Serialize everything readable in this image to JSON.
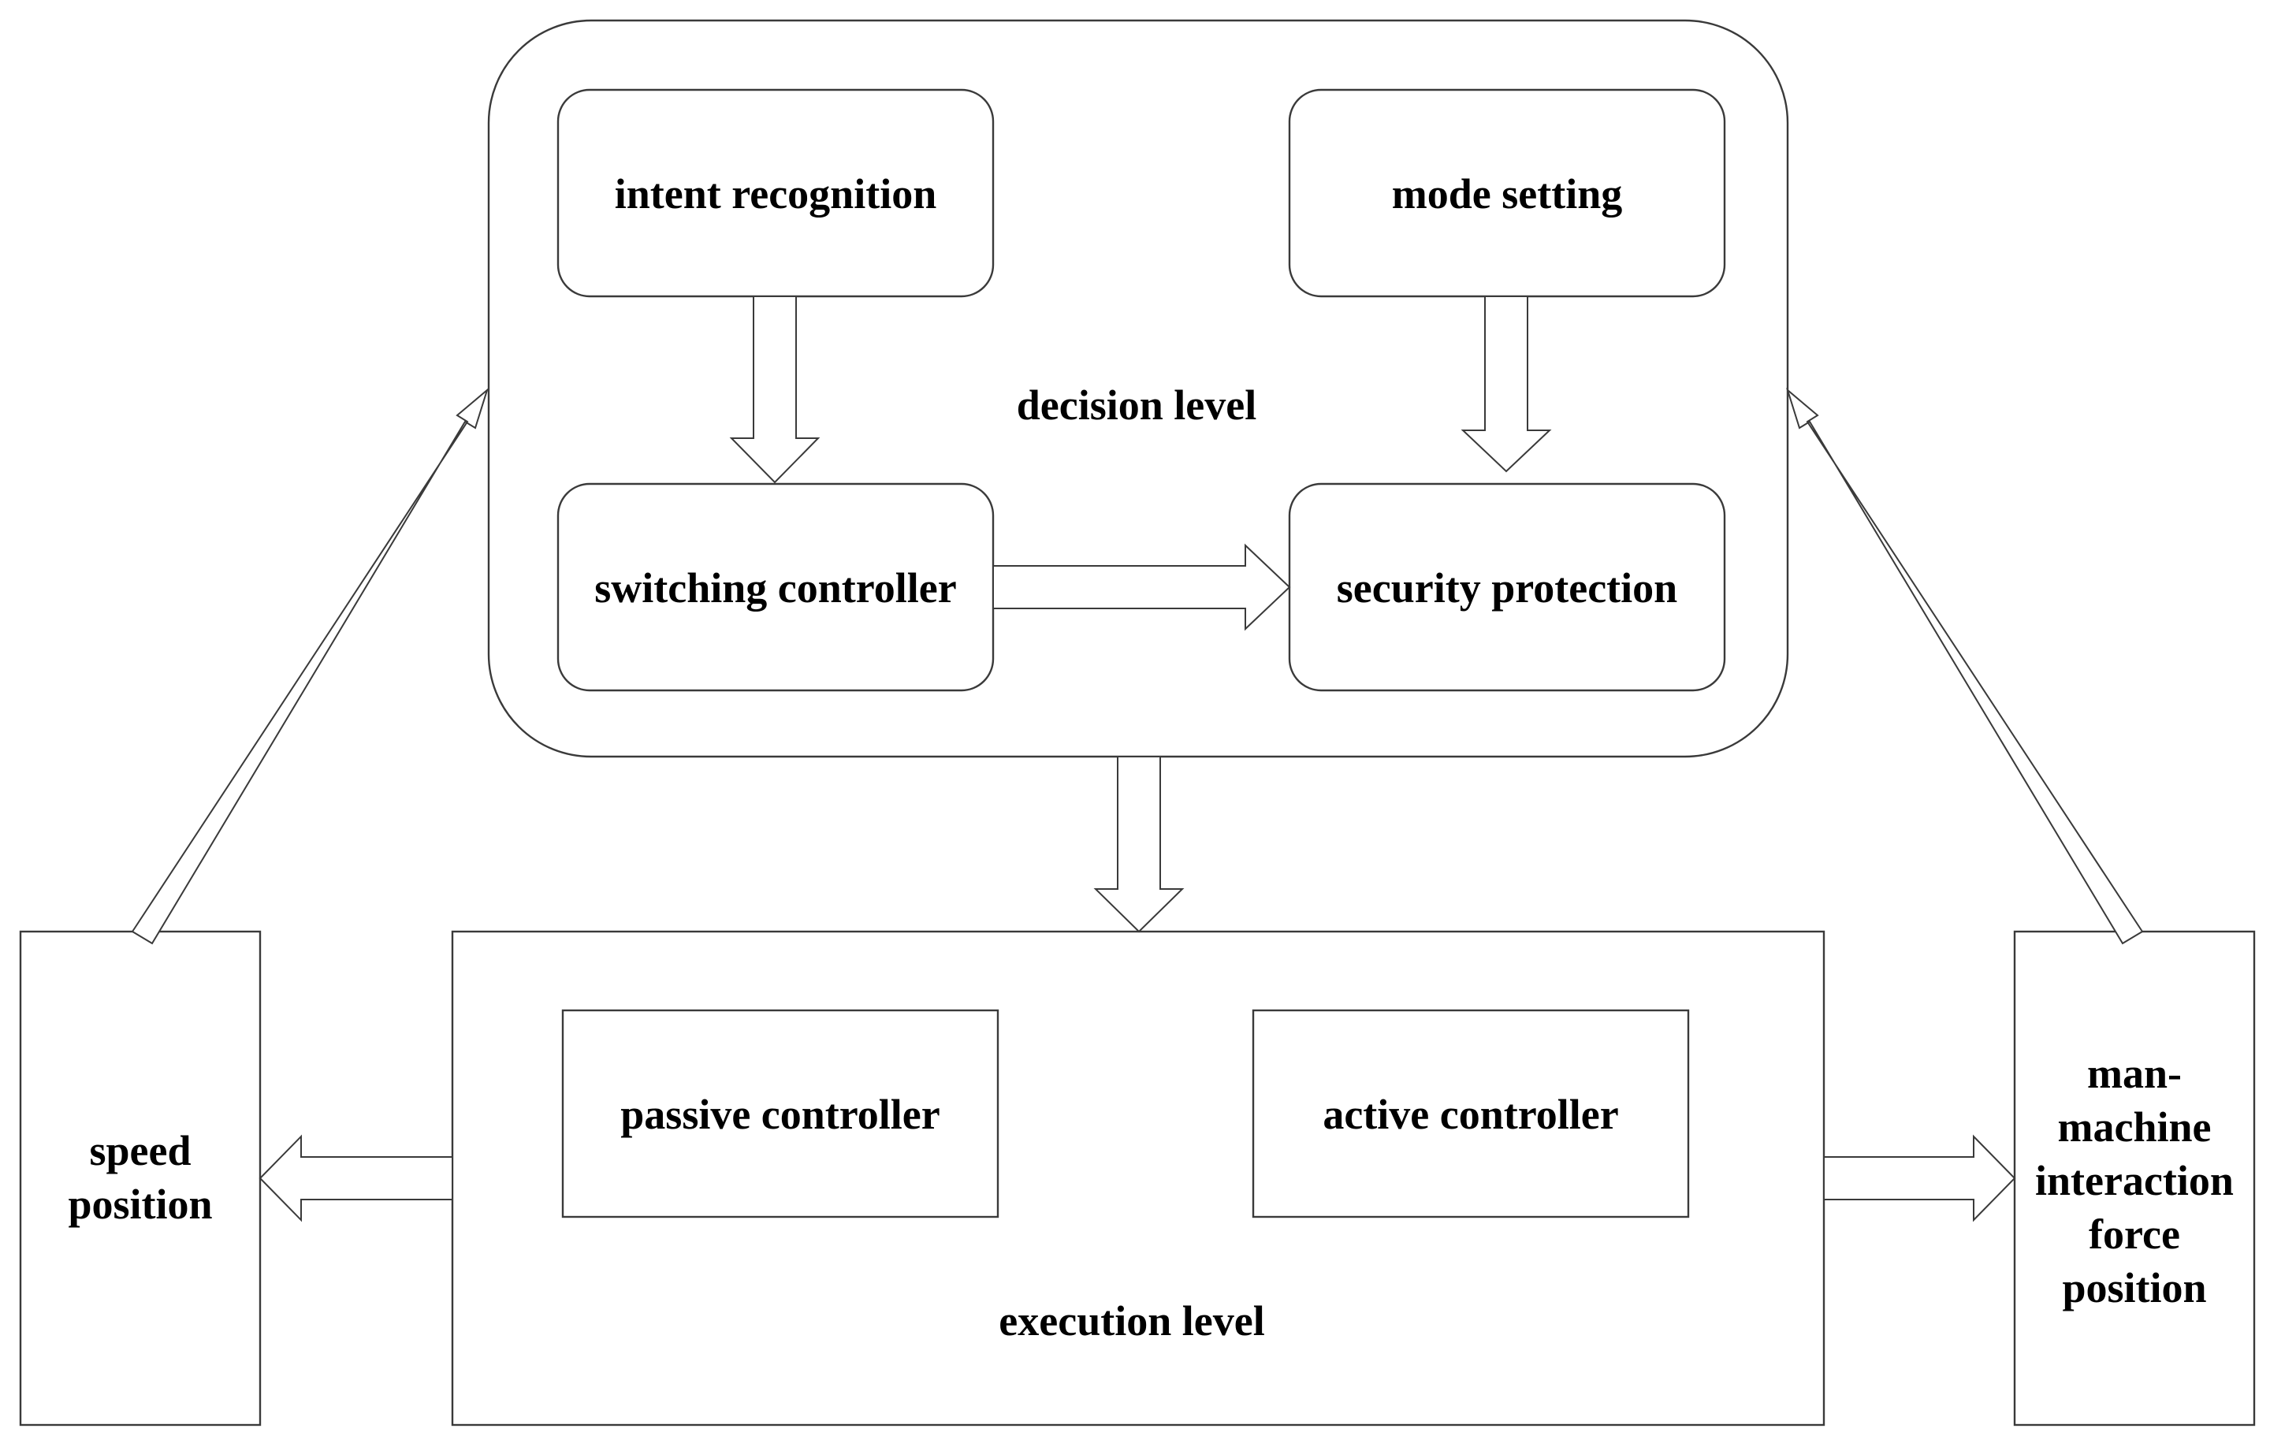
{
  "decision_level": {
    "label": "decision level",
    "intent_recognition": "intent recognition",
    "mode_setting": "mode setting",
    "switching_controller": "switching controller",
    "security_protection": "security protection"
  },
  "execution_level": {
    "label": "execution level",
    "passive_controller": "passive controller",
    "active_controller": "active controller"
  },
  "left_output": {
    "line1": "speed",
    "line2": "position"
  },
  "right_output": {
    "line1": "man-",
    "line2": "machine",
    "line3": "interaction",
    "line4": "force",
    "line5": "position"
  }
}
